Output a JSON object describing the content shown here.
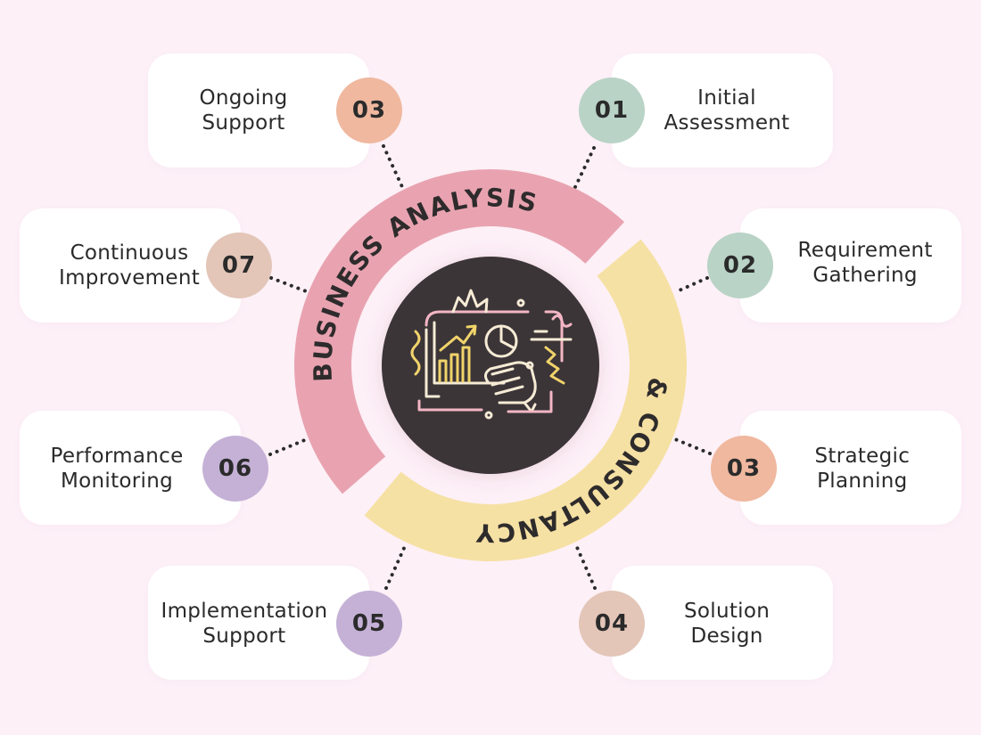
{
  "diagram": {
    "ring_upper_label": "BUSINESS ANALYSIS",
    "ring_lower_label": "& CONSULTANCY",
    "colors": {
      "background": "#fdf0f7",
      "upper_arc": "#e9a3b0",
      "lower_arc": "#f6e1a4",
      "center": "#3a3637",
      "icon_stroke_yellow": "#f1d36a",
      "icon_stroke_pink": "#f3b6c4",
      "icon_stroke_cream": "#f6ebd5"
    },
    "center_icon": "business-analytics-dashboard-icon",
    "steps": [
      {
        "id": "initial-assessment",
        "number": "01",
        "line1": "Initial",
        "line2": "Assessment",
        "color": "#b9d3c6"
      },
      {
        "id": "requirement-gathering",
        "number": "02",
        "line1": "Requirement",
        "line2": "Gathering",
        "color": "#b9d3c6"
      },
      {
        "id": "strategic-planning",
        "number": "03",
        "line1": "Strategic",
        "line2": "Planning",
        "color": "#efb89f"
      },
      {
        "id": "solution-design",
        "number": "04",
        "line1": "Solution",
        "line2": "Design",
        "color": "#e3c6b8"
      },
      {
        "id": "implementation-support",
        "number": "05",
        "line1": "Implementation",
        "line2": "Support",
        "color": "#c5b1d6"
      },
      {
        "id": "performance-monitoring",
        "number": "06",
        "line1": "Performance",
        "line2": "Monitoring",
        "color": "#c5b1d6"
      },
      {
        "id": "continuous-improvement",
        "number": "07",
        "line1": "Continuous",
        "line2": "Improvement",
        "color": "#e3c6b8"
      },
      {
        "id": "ongoing-support",
        "number": "03",
        "line1": "Ongoing",
        "line2": "Support",
        "color": "#efb89f"
      }
    ]
  }
}
